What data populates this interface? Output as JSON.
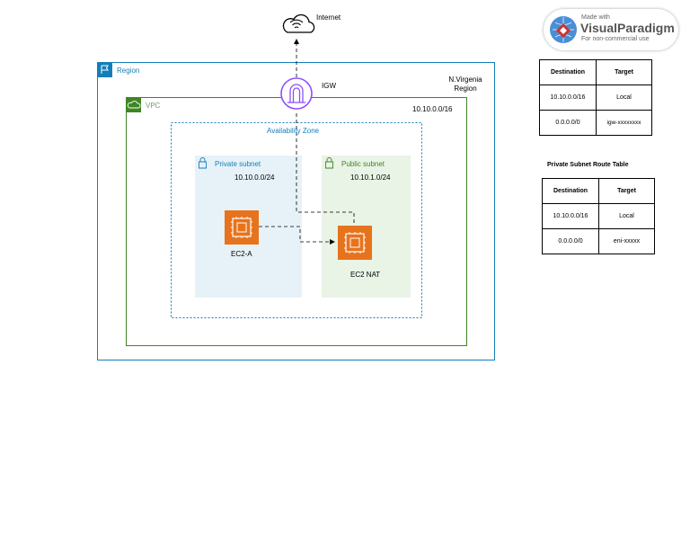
{
  "labels": {
    "internet": "Internet",
    "igw": "IGW",
    "region_group": "Region",
    "region_name": "N.Virgenia\nRegion",
    "vpc": "VPC",
    "vpc_cidr": "10.10.0.0/16",
    "availability_zone": "Availability Zone",
    "private_subnet": "Private subnet",
    "private_subnet_cidr": "10.10.0.0/24",
    "public_subnet": "Public subnet",
    "public_subnet_cidr": "10.10.1.0/24",
    "ec2_a": "EC2-A",
    "ec2_nat": "EC2 NAT"
  },
  "public_route_table": {
    "headers": [
      "Destination",
      "Target"
    ],
    "rows": [
      [
        "10.10.0.0/16",
        "Local"
      ],
      [
        "0.0.0.0/0",
        "igw-xxxxxxxx"
      ]
    ]
  },
  "private_route_table": {
    "title": "Private Subnet Route Table",
    "headers": [
      "Destination",
      "Target"
    ],
    "rows": [
      [
        "10.10.0.0/16",
        "Local"
      ],
      [
        "0.0.0.0/0",
        "eni-xxxxx"
      ]
    ]
  },
  "watermark": {
    "made_with": "Made with",
    "brand": "VisualParadigm",
    "note": "For non-commercial use"
  },
  "colors": {
    "region": "#147eba",
    "vpc": "#3f8624",
    "availability_zone": "#147eba",
    "private_subnet_fill": "#e6f2f8",
    "private_subnet_accent": "#147eba",
    "public_subnet_fill": "#e9f3e6",
    "public_subnet_accent": "#3f8624",
    "ec2_orange": "#e7731c",
    "igw_purple": "#8c4fff"
  }
}
